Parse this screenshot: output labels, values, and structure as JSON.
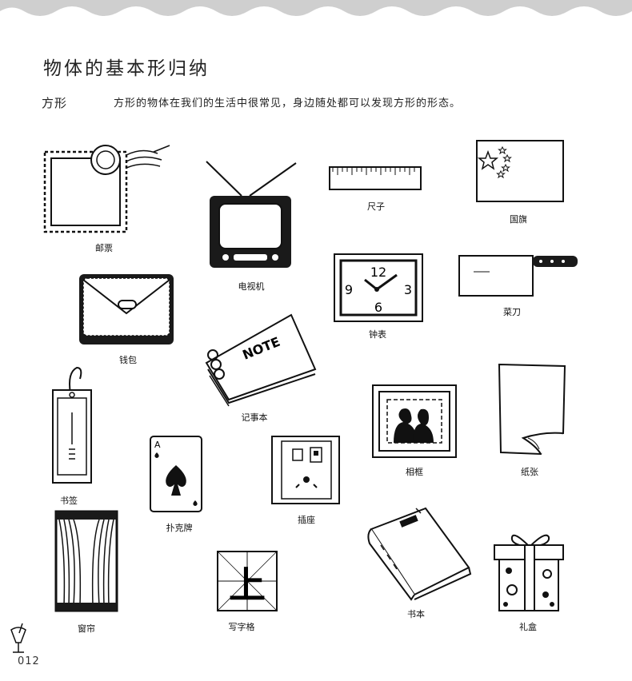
{
  "header": {
    "title": "物体的基本形归纳"
  },
  "section": {
    "label": "方形",
    "description": "方形的物体在我们的生活中很常见，身边随处都可以发现方形的形态。"
  },
  "items": {
    "stamp": "邮票",
    "tv": "电视机",
    "ruler": "尺子",
    "flag": "国旗",
    "wallet": "钱包",
    "clock": "钟表",
    "cleaver": "菜刀",
    "notebook": "记事本",
    "bookmark": "书签",
    "playing_card": "扑克牌",
    "socket": "插座",
    "photo_frame": "相框",
    "paper": "纸张",
    "curtain": "窗帘",
    "grid_paper": "写字格",
    "book": "书本",
    "gift_box": "礼盒"
  },
  "drawing_text": {
    "note_label": "NOTE",
    "clock_12": "12",
    "clock_9": "9",
    "clock_3": "3",
    "clock_6": "6",
    "card_rank": "A",
    "grid_char": "上"
  },
  "footer": {
    "page_number": "012"
  }
}
